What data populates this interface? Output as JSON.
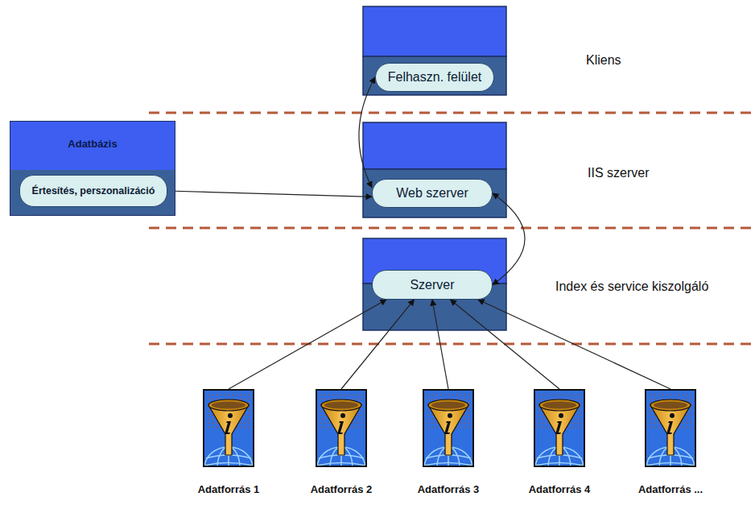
{
  "diagram": {
    "nodes": [
      {
        "text": [
          "Felhaszn. felület"
        ]
      },
      {
        "text": [
          "Adatbázis"
        ]
      },
      {
        "text": [
          "Értesítés, perszonalizáció"
        ],
        "in": 1
      },
      {
        "text": [
          "Web szerver"
        ]
      },
      {
        "text": [
          "Szerver"
        ]
      },
      {
        "text": [
          "Adatforrás 1"
        ]
      },
      {
        "text": [
          "Adatforrás 2"
        ]
      },
      {
        "text": [
          "Adatforrás 3"
        ]
      },
      {
        "text": [
          "Adatforrás 4"
        ]
      },
      {
        "text": [
          "Adatforrás ..."
        ]
      }
    ],
    "edges": [
      {
        "from": 0,
        "to": 3,
        "arrow": "both"
      },
      {
        "from": 2,
        "to": 3,
        "arrow": "to"
      },
      {
        "from": 3,
        "to": 4,
        "arrow": "both"
      },
      {
        "from": 5,
        "to": 4,
        "arrow": "to"
      },
      {
        "from": 6,
        "to": 4,
        "arrow": "to"
      },
      {
        "from": 7,
        "to": 4,
        "arrow": "to"
      },
      {
        "from": 8,
        "to": 4,
        "arrow": "to"
      },
      {
        "from": 9,
        "to": 4,
        "arrow": "to"
      }
    ],
    "labels": [
      "Kliens",
      "IIS szerver",
      "Index és service kiszolgáló"
    ]
  }
}
